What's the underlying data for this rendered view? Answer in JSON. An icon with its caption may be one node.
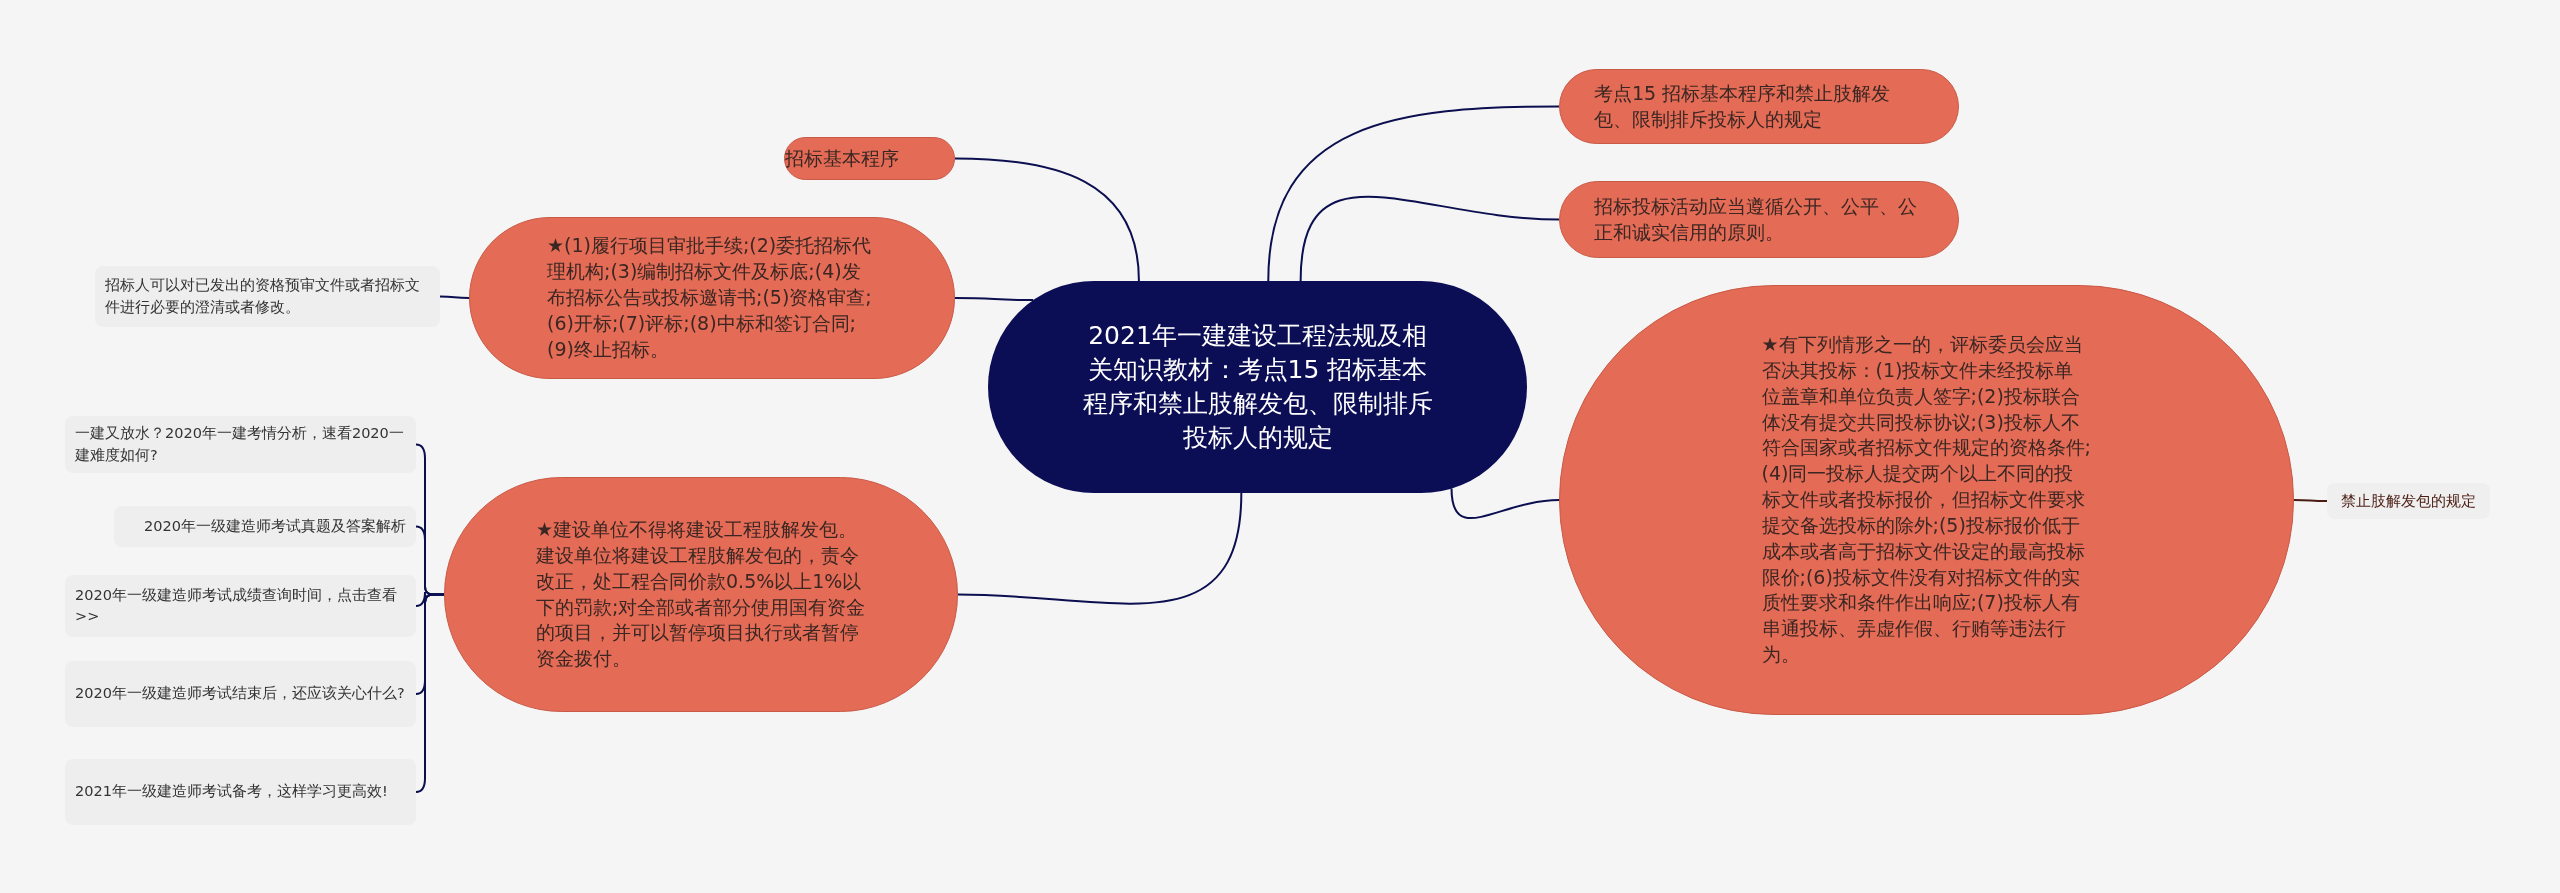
{
  "diagram": {
    "nodes": [
      {
        "text": [
          "2021年一建建设工程法规及相关知识教材：考点15 招标基本程序和禁止肢解发包、限制排斥投标人的规定"
        ]
      },
      {
        "text": [
          "招标基本程序"
        ]
      },
      {
        "text": [
          "★(1)履行项目审批手续;(2)委托招标代理机构;(3)编制招标文件及标底;(4)发布招标公告或投标邀请书;(5)资格审查;(6)开标;(7)评标;(8)中标和签订合同;(9)终止招标。"
        ]
      },
      {
        "text": [
          "招标人可以对已发出的资格预审文件或者招标文件进行必要的澄清或者修改。"
        ]
      },
      {
        "text": [
          "★建设单位不得将建设工程肢解发包。建设单位将建设工程肢解发包的，责令改正，处工程合同价款0.5%以上1%以下的罚款;对全部或者部分使用国有资金的项目，并可以暂停项目执行或者暂停资金拨付。"
        ]
      },
      {
        "text": [
          "一建又放水？2020年一建考情分析，速看2020一建难度如何?"
        ]
      },
      {
        "text": [
          "2020年一级建造师考试真题及答案解析"
        ]
      },
      {
        "text": [
          "2020年一级建造师考试成绩查询时间，点击查看>>"
        ]
      },
      {
        "text": [
          "2020年一级建造师考试结束后，还应该关心什么?"
        ]
      },
      {
        "text": [
          "2021年一级建造师考试备考，这样学习更高效!"
        ]
      },
      {
        "text": [
          "考点15 招标基本程序和禁止肢解发包、限制排斥投标人的规定"
        ]
      },
      {
        "text": [
          "招标投标活动应当遵循公开、公平、公正和诚实信用的原则。"
        ]
      },
      {
        "text": [
          "★有下列情形之一的，评标委员会应当否决其投标：(1)投标文件未经投标单位盖章和单位负责人签字;(2)投标联合体没有提交共同投标协议;(3)投标人不符合国家或者招标文件规定的资格条件;(4)同一投标人提交两个以上不同的投标文件或者投标报价，但招标文件要求提交备选投标的除外;(5)投标报价低于成本或者高于招标文件设定的最高投标限价;(6)投标文件没有对招标文件的实质性要求和条件作出响应;(7)投标人有串通投标、弄虚作假、行贿等违法行为。"
        ]
      },
      {
        "text": [
          "禁止肢解发包的规定"
        ]
      }
    ],
    "edges": [
      {
        "from": 0,
        "to": 1,
        "arrow": "none"
      },
      {
        "from": 0,
        "to": 2,
        "arrow": "none"
      },
      {
        "from": 2,
        "to": 3,
        "arrow": "none"
      },
      {
        "from": 0,
        "to": 4,
        "arrow": "none"
      },
      {
        "from": 4,
        "to": 5,
        "arrow": "none"
      },
      {
        "from": 4,
        "to": 6,
        "arrow": "none"
      },
      {
        "from": 4,
        "to": 7,
        "arrow": "none"
      },
      {
        "from": 4,
        "to": 8,
        "arrow": "none"
      },
      {
        "from": 4,
        "to": 9,
        "arrow": "none"
      },
      {
        "from": 0,
        "to": 10,
        "arrow": "none"
      },
      {
        "from": 0,
        "to": 11,
        "arrow": "none"
      },
      {
        "from": 0,
        "to": 12,
        "arrow": "none"
      },
      {
        "from": 12,
        "to": 13,
        "arrow": "none",
        "color": "#4a1c12"
      }
    ]
  }
}
